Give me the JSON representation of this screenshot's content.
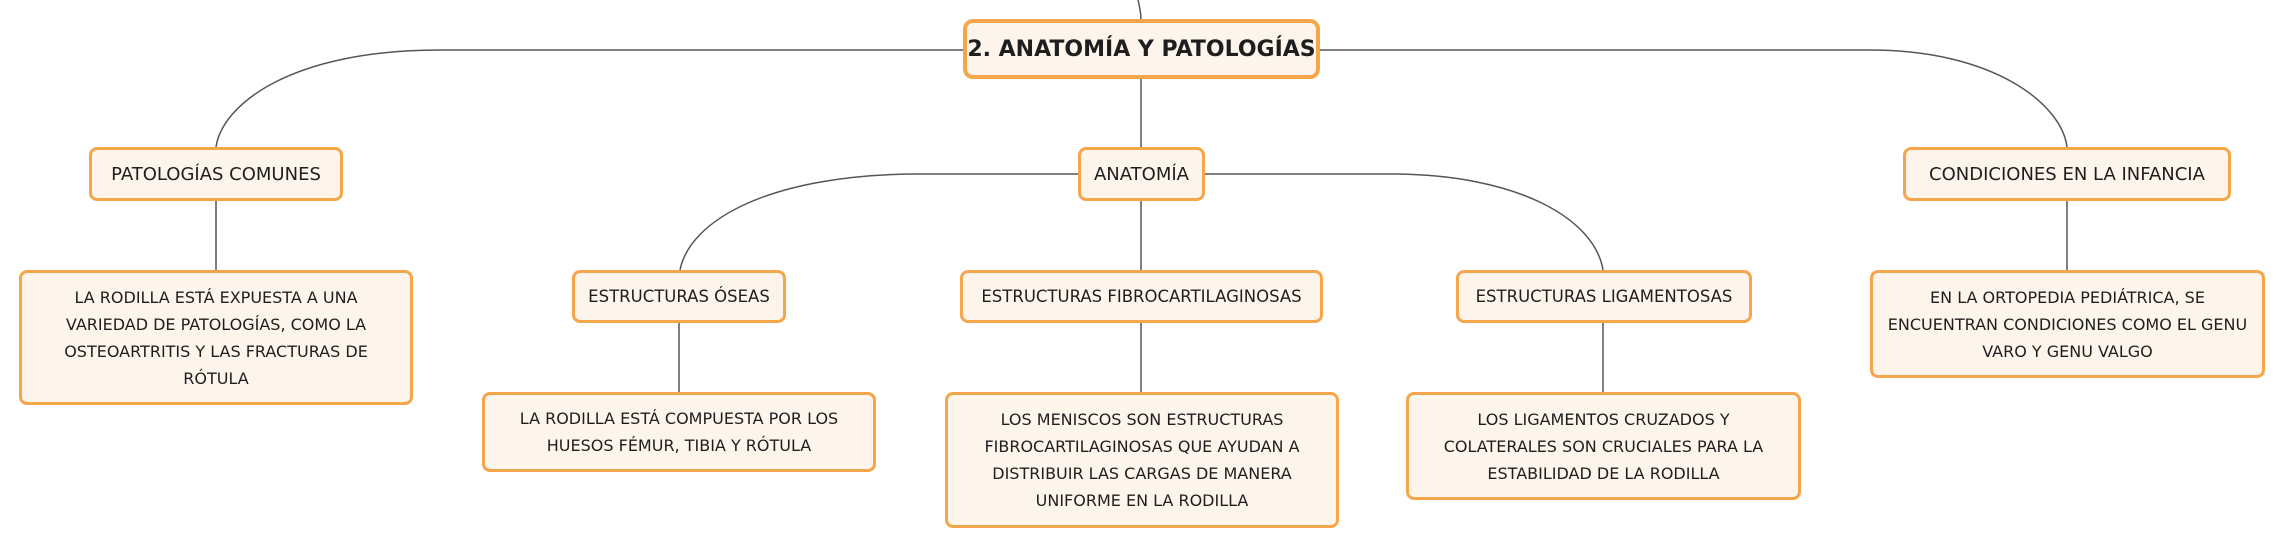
{
  "mind_map": {
    "central_topic": "2. ANATOMÍA Y PATOLOGÍAS",
    "branches": [
      {
        "label": "PATOLOGÍAS COMUNES",
        "detail": "LA RODILLA ESTÁ EXPUESTA A UNA VARIEDAD DE PATOLOGÍAS, COMO LA OSTEOARTRITIS Y LAS FRACTURAS DE RÓTULA"
      },
      {
        "label": "ANATOMÍA",
        "children": [
          {
            "label": "ESTRUCTURAS ÓSEAS",
            "detail": "LA RODILLA ESTÁ COMPUESTA POR LOS HUESOS FÉMUR, TIBIA Y RÓTULA"
          },
          {
            "label": "ESTRUCTURAS FIBROCARTILAGINOSAS",
            "detail": "LOS MENISCOS SON ESTRUCTURAS FIBROCARTILAGINOSAS QUE AYUDAN A DISTRIBUIR LAS CARGAS DE MANERA UNIFORME EN LA RODILLA"
          },
          {
            "label": "ESTRUCTURAS LIGAMENTOSAS",
            "detail": "LOS LIGAMENTOS CRUZADOS Y COLATERALES SON CRUCIALES PARA LA ESTABILIDAD DE LA RODILLA"
          }
        ]
      },
      {
        "label": "CONDICIONES EN LA INFANCIA",
        "detail": "EN LA ORTOPEDIA PEDIÁTRICA, SE ENCUENTRAN CONDICIONES COMO EL GENU VARO Y GENU VALGO"
      }
    ]
  },
  "colors": {
    "node_border": "#f5a54a",
    "node_fill": "#fdf4ec",
    "connector": "#555555",
    "text": "#1e1e1e"
  }
}
